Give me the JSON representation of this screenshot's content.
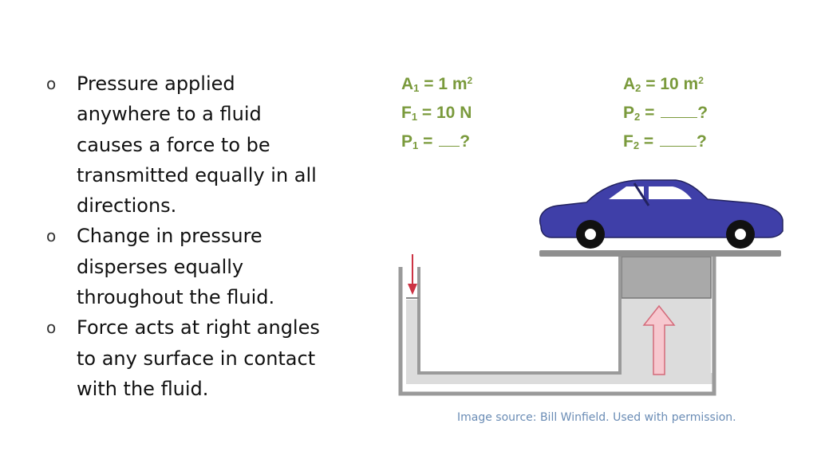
{
  "bullets": [
    {
      "marker": "o",
      "text": "Pressure applied anywhere to a fluid causes a force to be transmitted equally in all directions."
    },
    {
      "marker": "o",
      "text": "Change in pressure disperses equally throughout the fluid."
    },
    {
      "marker": "o",
      "text": "Force acts at right angles to any surface in contact with the fluid."
    }
  ],
  "left_vars": {
    "a1": {
      "sym": "A",
      "sub": "1",
      "val": " = 1 m",
      "sup": "2",
      "end": ""
    },
    "f1": {
      "sym": "F",
      "sub": "1",
      "val": " = 10 N",
      "end": ""
    },
    "p1": {
      "sym": "P",
      "sub": "1",
      "val": " = ",
      "end": "?"
    }
  },
  "right_vars": {
    "a2": {
      "sym": "A",
      "sub": "2",
      "val": " = 10 m",
      "sup": "2",
      "end": ""
    },
    "p2": {
      "sym": "P",
      "sub": "2",
      "val": " = ",
      "end": "?"
    },
    "f2": {
      "sym": "F",
      "sub": "2",
      "val": " = ",
      "end": "?"
    }
  },
  "image_source": "Image source: Bill Winfield. Used with permission.",
  "colors": {
    "accent_green": "#7a9a3c",
    "source_blue": "#6a8cb5",
    "car_blue": "#3f3fa8",
    "arrow_red": "#cc3344",
    "arrow_pink": "#f7c8cf"
  }
}
